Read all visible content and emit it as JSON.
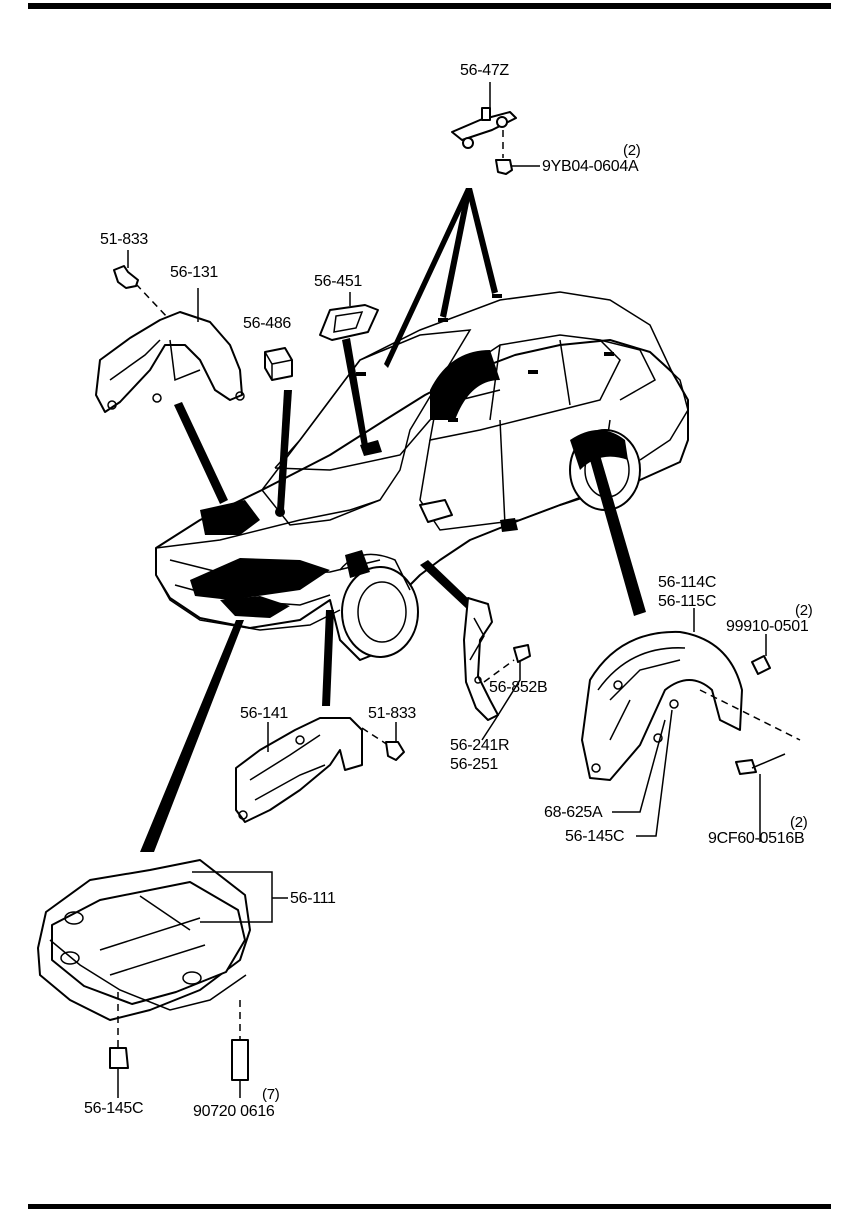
{
  "diagram": {
    "part_labels": {
      "p5647z": "56-47Z",
      "p9yb04": "9YB04-0604A",
      "p9yb04_qty": "(2)",
      "p51833_top": "51-833",
      "p56131": "56-131",
      "p56486": "56-486",
      "p56451": "56-451",
      "p56114c": "56-114C",
      "p56115c": "56-115C",
      "p99910": "99910-0501",
      "p99910_qty": "(2)",
      "p56852b": "56-852B",
      "p56141": "56-141",
      "p51833_mid": "51-833",
      "p56241r": "56-241R",
      "p56251": "56-251",
      "p68625a": "68-625A",
      "p56145c_right": "56-145C",
      "p9cf60": "9CF60-0516B",
      "p9cf60_qty": "(2)",
      "p56111": "56-111",
      "p56145c_bottom": "56-145C",
      "p90720": "90720 0616",
      "p90720_qty": "(7)"
    }
  }
}
